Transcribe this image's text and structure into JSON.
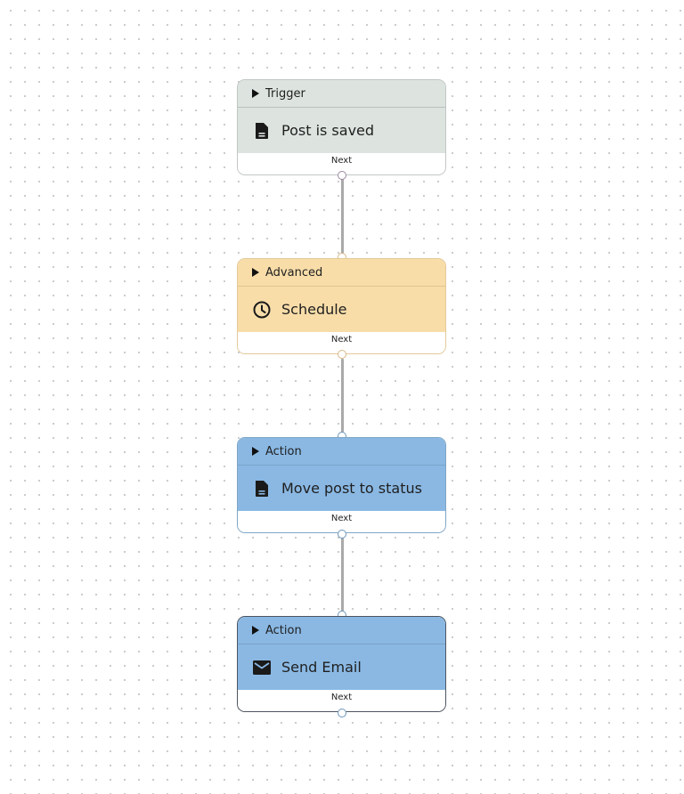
{
  "colors": {
    "trigger": "#dde4df",
    "advanced": "#f8dda9",
    "action": "#8ab8e3",
    "connector": "#a9a9a9"
  },
  "nodes": [
    {
      "category": "Trigger",
      "title": "Post is saved",
      "icon": "document-icon",
      "footer": "Next"
    },
    {
      "category": "Advanced",
      "title": "Schedule",
      "icon": "clock-icon",
      "footer": "Next"
    },
    {
      "category": "Action",
      "title": "Move post to status",
      "icon": "document-icon",
      "footer": "Next"
    },
    {
      "category": "Action",
      "title": "Send Email",
      "icon": "mail-icon",
      "footer": "Next"
    }
  ]
}
